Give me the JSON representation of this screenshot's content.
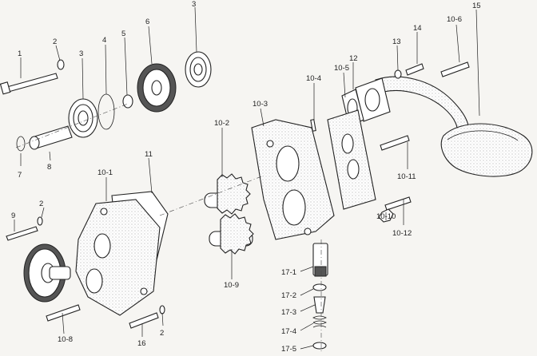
{
  "labels": [
    {
      "id": "1",
      "text": "1"
    },
    {
      "id": "2a",
      "text": "2"
    },
    {
      "id": "2b",
      "text": "2"
    },
    {
      "id": "2c",
      "text": "2"
    },
    {
      "id": "3a",
      "text": "3"
    },
    {
      "id": "3b",
      "text": "3"
    },
    {
      "id": "4",
      "text": "4"
    },
    {
      "id": "5",
      "text": "5"
    },
    {
      "id": "6",
      "text": "6"
    },
    {
      "id": "7",
      "text": "7"
    },
    {
      "id": "8",
      "text": "8"
    },
    {
      "id": "9",
      "text": "9"
    },
    {
      "id": "10-1",
      "text": "10-1"
    },
    {
      "id": "10-2",
      "text": "10-2"
    },
    {
      "id": "10-3",
      "text": "10-3"
    },
    {
      "id": "10-4",
      "text": "10-4"
    },
    {
      "id": "10-5",
      "text": "10-5"
    },
    {
      "id": "10-6",
      "text": "10-6"
    },
    {
      "id": "10-8",
      "text": "10-8"
    },
    {
      "id": "10-9",
      "text": "10-9"
    },
    {
      "id": "10-10",
      "text": "10-10"
    },
    {
      "id": "10-11",
      "text": "10-11"
    },
    {
      "id": "10-12",
      "text": "10-12"
    },
    {
      "id": "11",
      "text": "11"
    },
    {
      "id": "12",
      "text": "12"
    },
    {
      "id": "13",
      "text": "13"
    },
    {
      "id": "14",
      "text": "14"
    },
    {
      "id": "15",
      "text": "15"
    },
    {
      "id": "16",
      "text": "16"
    },
    {
      "id": "17-1",
      "text": "17-1"
    },
    {
      "id": "17-2",
      "text": "17-2"
    },
    {
      "id": "17-3",
      "text": "17-3"
    },
    {
      "id": "17-4",
      "text": "17-4"
    },
    {
      "id": "17-5",
      "text": "17-5"
    }
  ]
}
